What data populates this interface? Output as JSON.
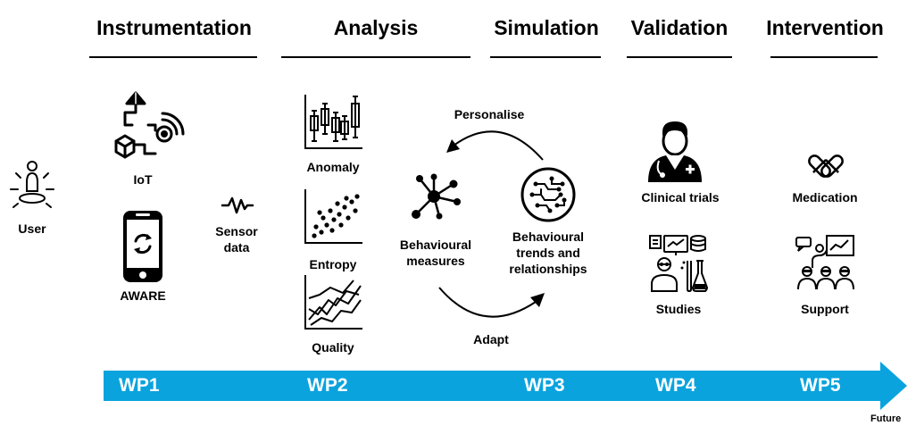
{
  "phases": [
    "Instrumentation",
    "Analysis",
    "Simulation",
    "Validation",
    "Intervention"
  ],
  "labels": {
    "user": "User",
    "iot": "IoT",
    "aware": "AWARE",
    "sensor_line1": "Sensor",
    "sensor_line2": "data",
    "anomaly": "Anomaly",
    "entropy": "Entropy",
    "quality": "Quality",
    "personalise": "Personalise",
    "adapt": "Adapt",
    "measures_line1": "Behavioural",
    "measures_line2": "measures",
    "trends_line1": "Behavioural",
    "trends_line2": "trends and",
    "trends_line3": "relationships",
    "clinical_trials": "Clinical trials",
    "studies": "Studies",
    "medication": "Medication",
    "support": "Support"
  },
  "timeline": {
    "wp": [
      "WP1",
      "WP2",
      "WP3",
      "WP4",
      "WP5"
    ],
    "end_label": "Future",
    "color": "#0aa3de"
  }
}
